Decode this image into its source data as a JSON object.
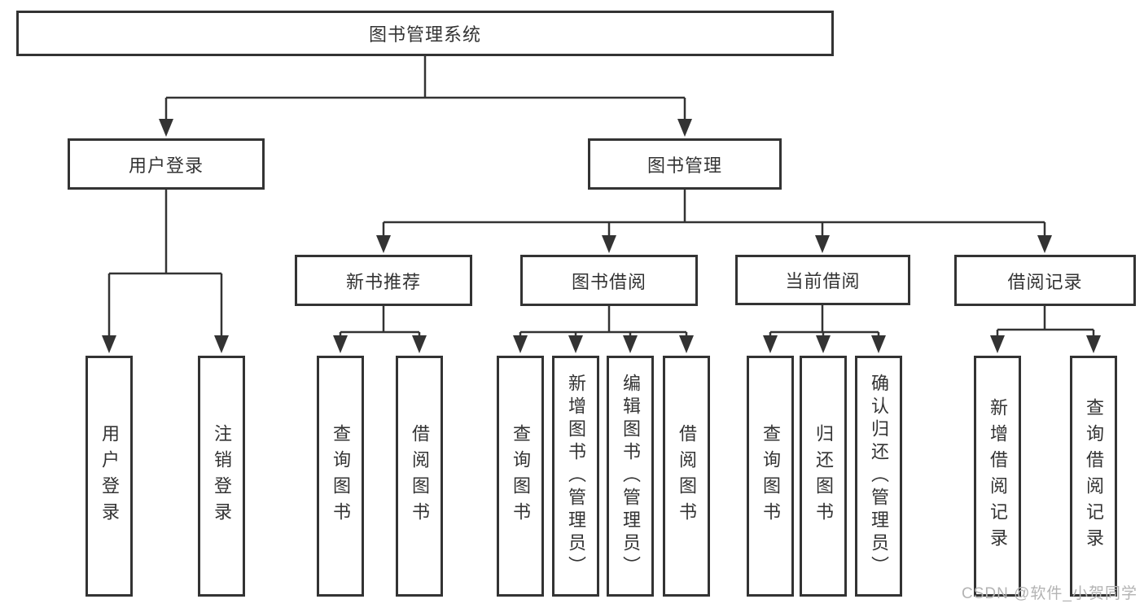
{
  "nodes": {
    "root": "图书管理系统",
    "user_login": "用户登录",
    "book_mgmt": "图书管理",
    "new_book_rec": "新书推荐",
    "book_borrow": "图书借阅",
    "current_borrow": "当前借阅",
    "borrow_records": "借阅记录",
    "ul_user_login": "用户登录",
    "ul_logout": "注销登录",
    "nb_query": "查询图书",
    "nb_borrow": "借阅图书",
    "bb_query": "查询图书",
    "bb_add": "新增图书（管理员）",
    "bb_edit": "编辑图书（管理员）",
    "bb_borrow": "借阅图书",
    "cb_query": "查询图书",
    "cb_return": "归还图书",
    "cb_confirm": "确认归还（管理员）",
    "br_add": "新增借阅记录",
    "br_query": "查询借阅记录"
  },
  "hierarchy": {
    "图书管理系统": {
      "用户登录": [
        "用户登录",
        "注销登录"
      ],
      "图书管理": {
        "新书推荐": [
          "查询图书",
          "借阅图书"
        ],
        "图书借阅": [
          "查询图书",
          "新增图书（管理员）",
          "编辑图书（管理员）",
          "借阅图书"
        ],
        "当前借阅": [
          "查询图书",
          "归还图书",
          "确认归还（管理员）"
        ],
        "借阅记录": [
          "新增借阅记录",
          "查询借阅记录"
        ]
      }
    }
  },
  "watermark": "CSDN @软件_小贺同学",
  "colors": {
    "line": "#333333",
    "text": "#333333",
    "watermark": "#b3b3b3",
    "background": "#ffffff"
  }
}
